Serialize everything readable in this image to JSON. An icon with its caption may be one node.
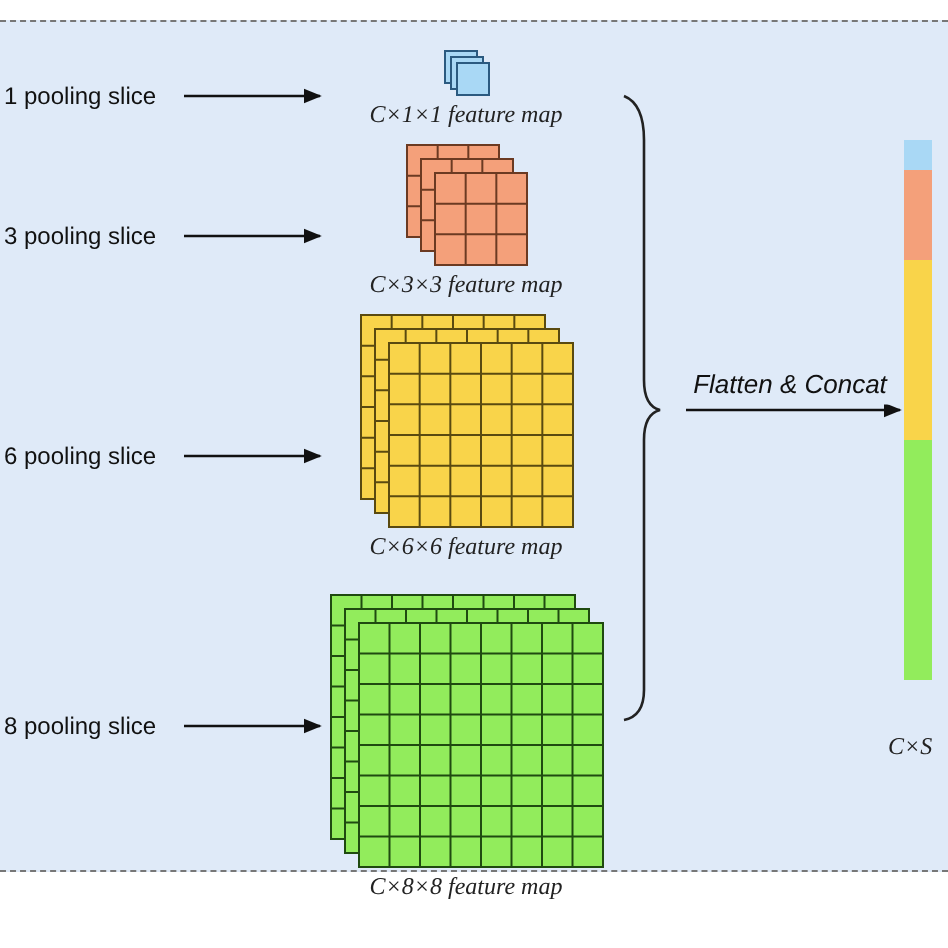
{
  "diagram": {
    "nodes": [
      {
        "text": [
          "1 pooling slice"
        ]
      },
      {
        "text": [
          "3 pooling slice"
        ]
      },
      {
        "text": [
          "6 pooling slice"
        ]
      },
      {
        "text": [
          "8 pooling slice"
        ]
      },
      {
        "text": [
          "C×1×1 feature map"
        ]
      },
      {
        "text": [
          "C×3×3 feature map"
        ]
      },
      {
        "text": [
          "C×6×6 feature map"
        ]
      },
      {
        "text": [
          "C×8×8 feature map"
        ]
      },
      {
        "text": [],
        "shape": "bar",
        "beside": [
          "C×S"
        ]
      }
    ],
    "edges": [
      {
        "from": 0,
        "to": 4,
        "arrow": "to"
      },
      {
        "from": 1,
        "to": 5,
        "arrow": "to"
      },
      {
        "from": 2,
        "to": 6,
        "arrow": "to"
      },
      {
        "from": 3,
        "to": 7,
        "arrow": "to"
      },
      {
        "from": null,
        "to": 8,
        "arrow": "to",
        "label": "Flatten & Concat"
      }
    ]
  }
}
